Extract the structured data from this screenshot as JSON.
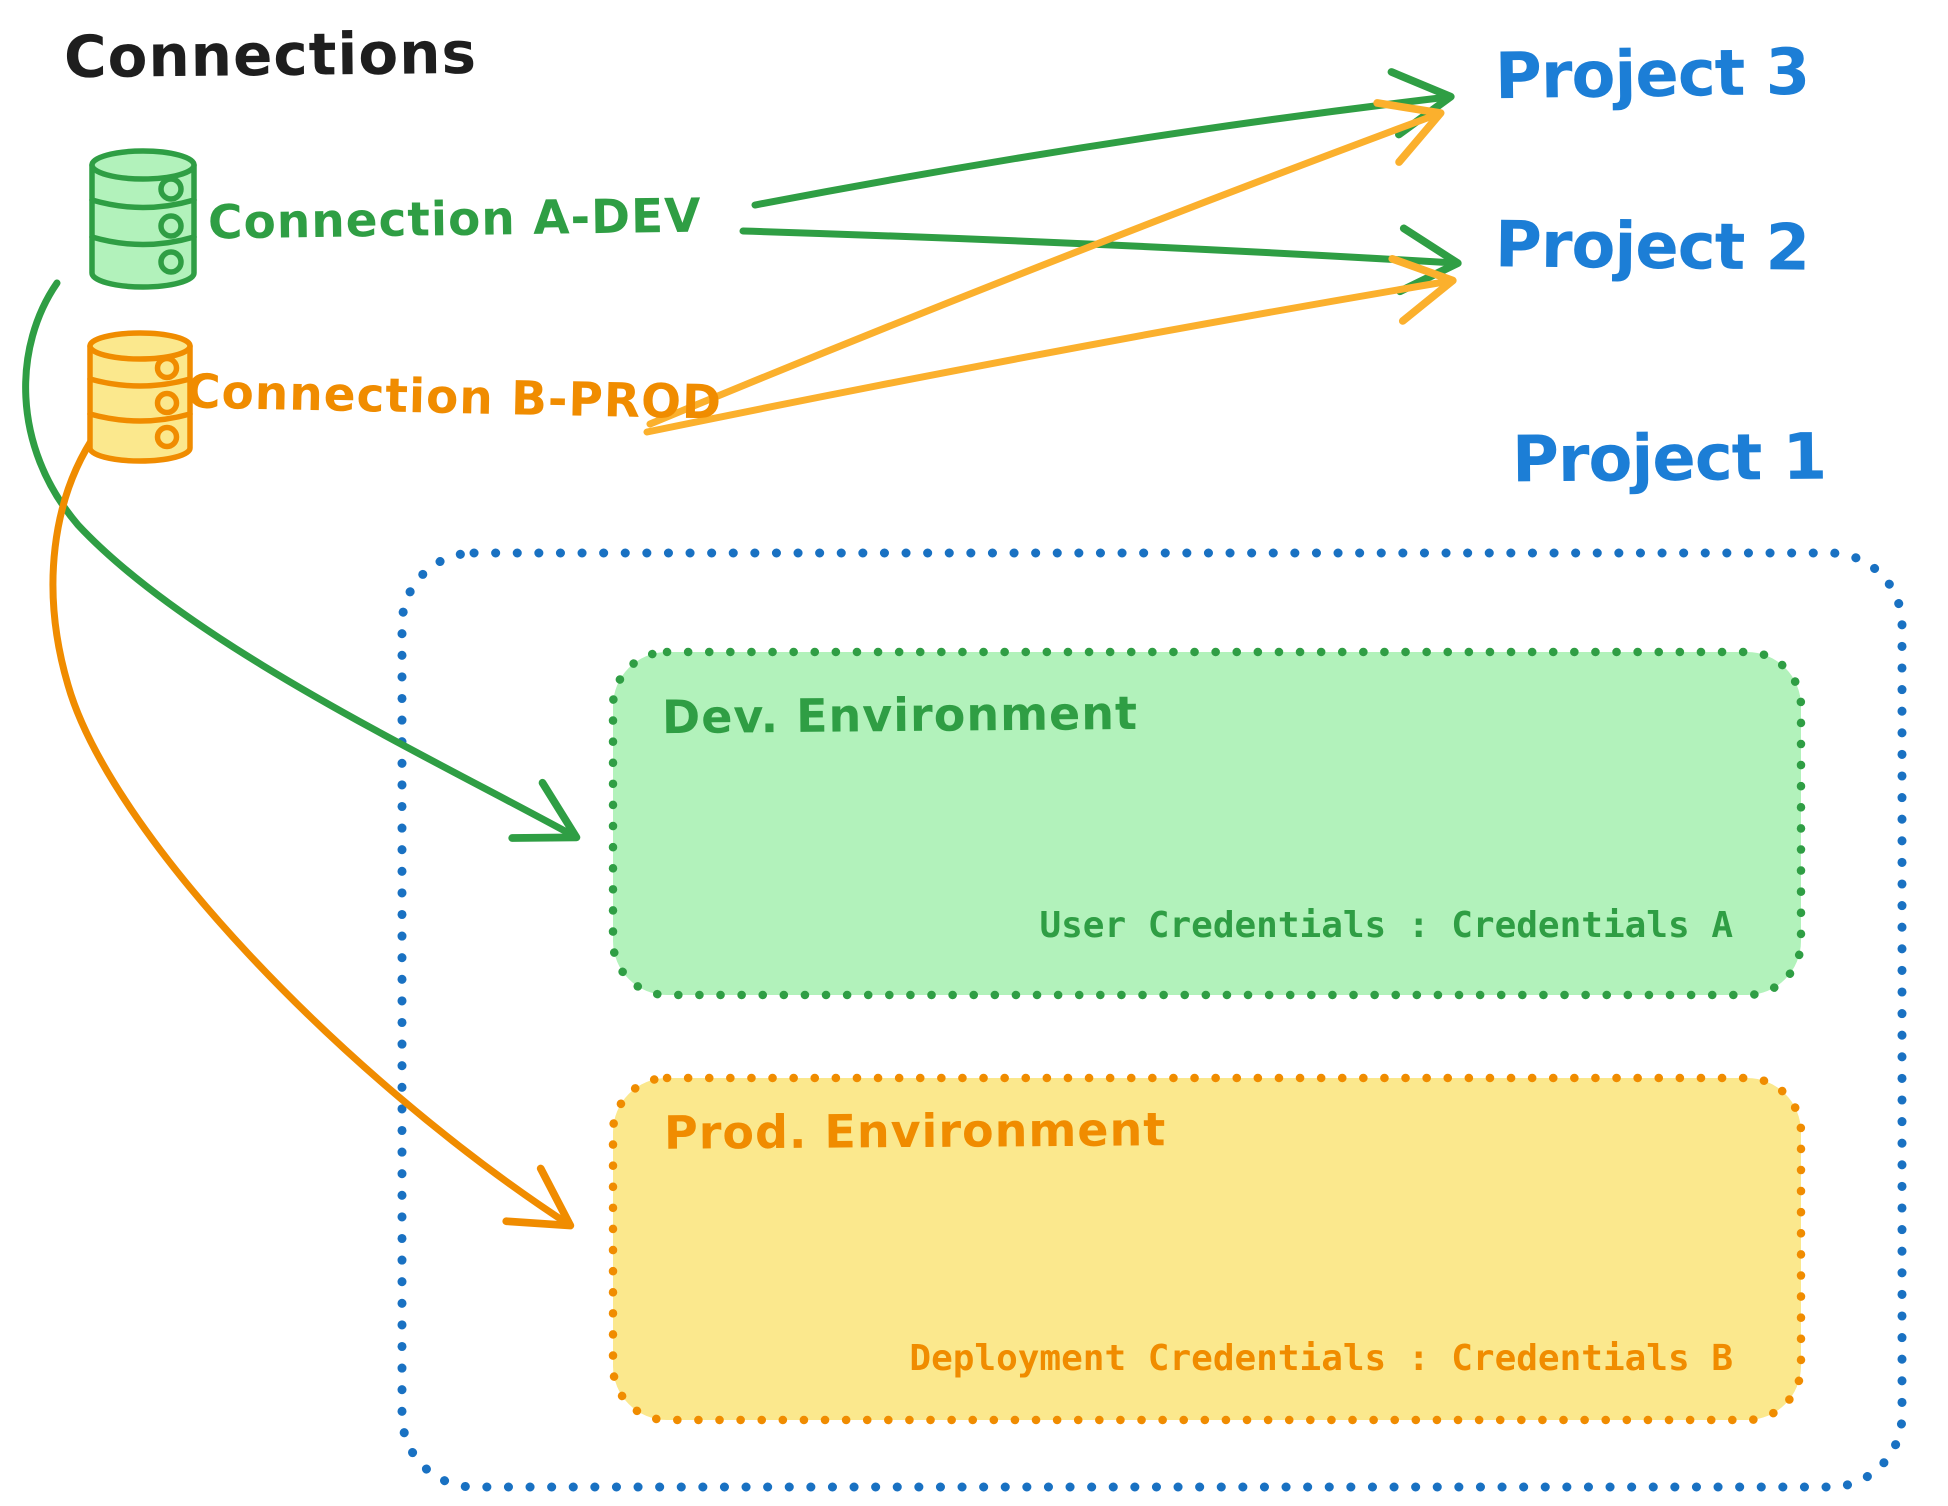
{
  "title": "Connections",
  "colors": {
    "ink": "#1e1e1e",
    "green": "#2f9e44",
    "green_fill": "#b2f2bb",
    "orange": "#f08c00",
    "orange_fill": "#fbe88d",
    "amber_arrow": "#fbb02d",
    "blue": "#1971c2",
    "blue_text": "#1c7ed6"
  },
  "connections": [
    {
      "label": "Connection A-DEV",
      "icon": "database-icon",
      "color": "#2f9e44"
    },
    {
      "label": "Connection B-PROD",
      "icon": "database-icon",
      "color": "#f08c00"
    }
  ],
  "projects": {
    "p1": {
      "label": "Project 1"
    },
    "p2": {
      "label": "Project 2"
    },
    "p3": {
      "label": "Project 3"
    }
  },
  "project1_box": {
    "environments": [
      {
        "name": "Dev. Environment",
        "credentials": "User Credentials : Credentials A",
        "credentials_field": "User Credentials",
        "credentials_value": "Credentials A",
        "color": "#2f9e44"
      },
      {
        "name": "Prod. Environment",
        "credentials": "Deployment Credentials : Credentials B",
        "credentials_field": "Deployment Credentials",
        "credentials_value": "Credentials B",
        "color": "#f08c00"
      }
    ]
  },
  "edges": [
    {
      "from": "Connection A-DEV",
      "to": "Project 3",
      "style": "straight",
      "color": "#2f9e44"
    },
    {
      "from": "Connection A-DEV",
      "to": "Project 2",
      "style": "straight",
      "color": "#2f9e44"
    },
    {
      "from": "Connection B-PROD",
      "to": "Project 3",
      "style": "straight",
      "color": "#fbb02d"
    },
    {
      "from": "Connection B-PROD",
      "to": "Project 2",
      "style": "straight",
      "color": "#fbb02d"
    },
    {
      "from": "Connection A-DEV",
      "to": "Dev. Environment",
      "style": "curved",
      "color": "#2f9e44"
    },
    {
      "from": "Connection B-PROD",
      "to": "Prod. Environment",
      "style": "curved",
      "color": "#f08c00"
    }
  ]
}
